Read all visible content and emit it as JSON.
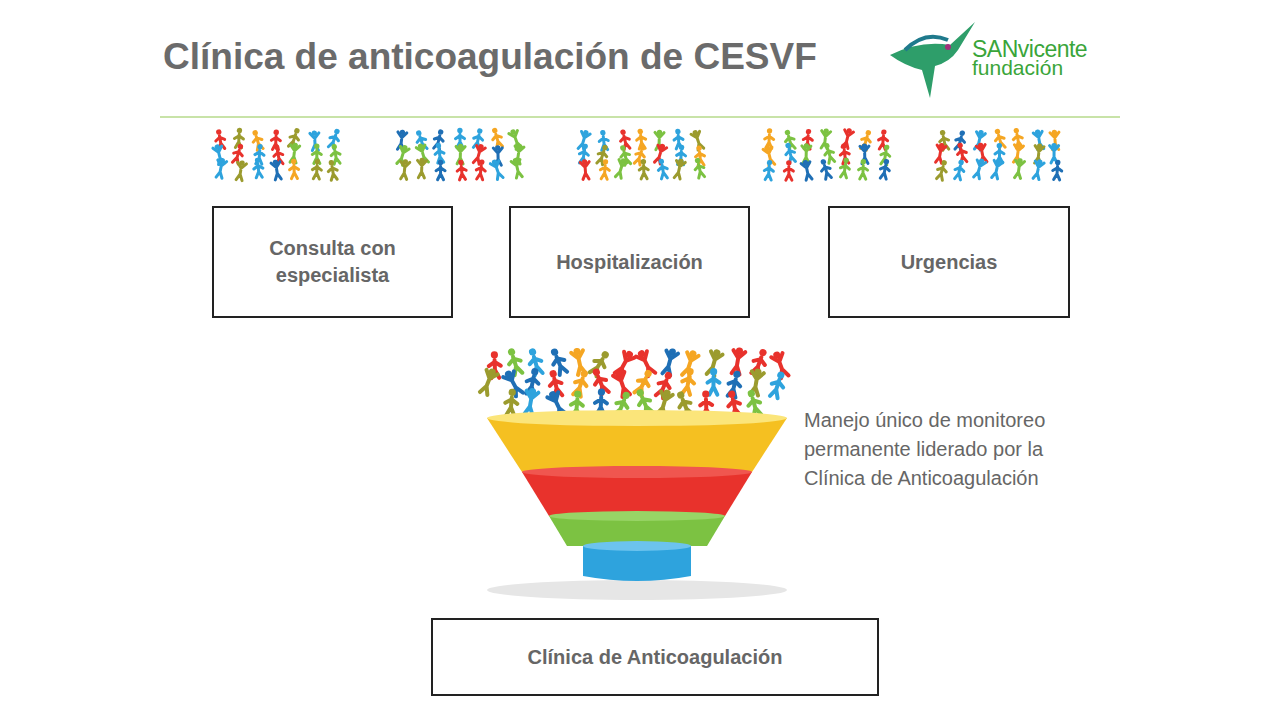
{
  "diagram": {
    "title": "Clínica de anticoagulación de CESVF",
    "nodes": [
      {
        "text": [
          "Consulta con especialista"
        ]
      },
      {
        "text": [
          "Hospitalización"
        ]
      },
      {
        "text": [
          "Urgencias"
        ]
      },
      {
        "text": [
          "Clínica de Anticoagulación"
        ]
      }
    ],
    "labels": [
      "SANvicente",
      "fundación",
      "Manejo único de monitoreo permanente liderado por la Clínica de Anticoagulación"
    ]
  }
}
